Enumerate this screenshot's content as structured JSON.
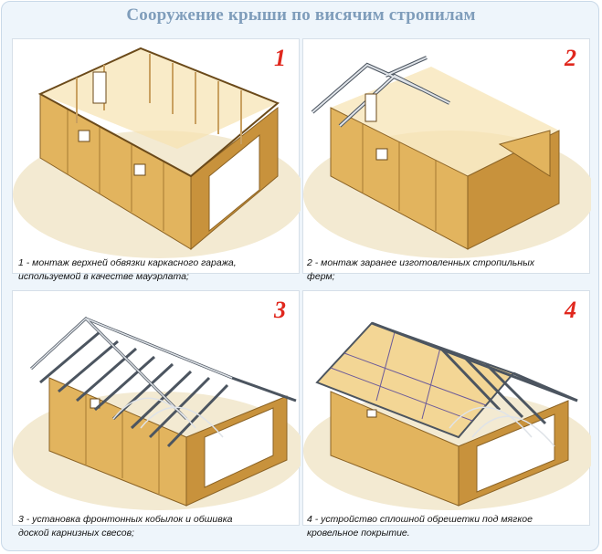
{
  "title": "Сооружение крыши по висячим стропилам",
  "steps": [
    {
      "num": "1",
      "caption_line1": "1 - монтаж верхней обвязки каркасного гаража,",
      "caption_line2": "используемой в качестве мауэрлата;"
    },
    {
      "num": "2",
      "caption_line1": "2 - монтаж заранее изготовленных стропильных",
      "caption_line2": "ферм;"
    },
    {
      "num": "3",
      "caption_line1": "3 - установка фронтонных кобылок и обшивка",
      "caption_line2": "доской карнизных свесов;"
    },
    {
      "num": "4",
      "caption_line1": "4 - устройство сплошной обрешетки под мягкое",
      "caption_line2": "кровельное покрытие."
    }
  ],
  "colors": {
    "wall": "#e2b45e",
    "wall_dark": "#c8923c",
    "wood_light": "#f3d695",
    "frame_steel": "#dfe3e8",
    "steel_edge": "#4c5560",
    "number_red": "#e0271d",
    "title_blue": "#7f9dbb",
    "ground": "#f3ead2"
  }
}
